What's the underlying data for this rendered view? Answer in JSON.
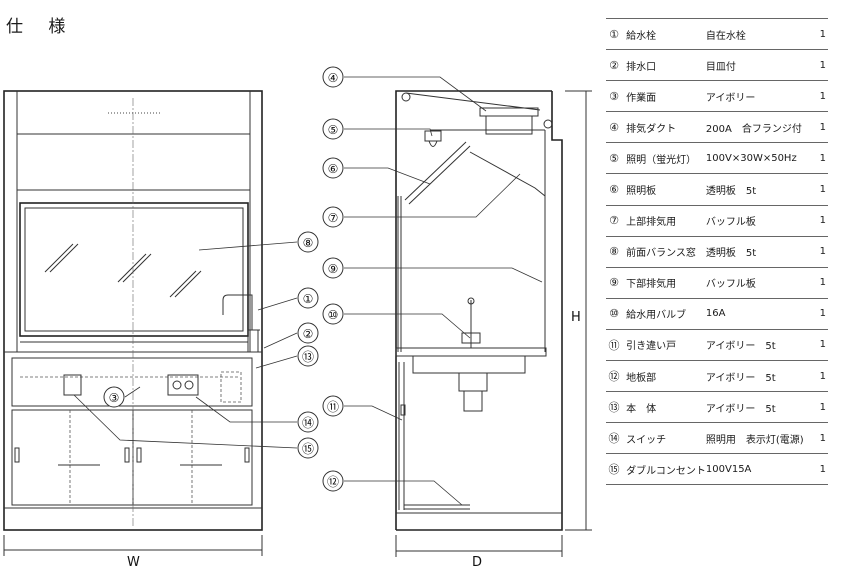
{
  "title": "仕 様",
  "dimensions": {
    "width_label": "W",
    "depth_label": "D",
    "height_label": "H"
  },
  "callouts": [
    "④",
    "⑤",
    "⑥",
    "⑦",
    "⑧",
    "⑨",
    "⑩",
    "①",
    "②",
    "⑬",
    "③",
    "⑭",
    "⑮",
    "⑪",
    "⑫"
  ],
  "spec_rows": [
    {
      "no": "①",
      "name": "給水栓",
      "spec": "自在水栓",
      "qty": "1"
    },
    {
      "no": "②",
      "name": "排水口",
      "spec": "目皿付",
      "qty": "1"
    },
    {
      "no": "③",
      "name": "作業面",
      "spec": "アイボリー",
      "qty": "1"
    },
    {
      "no": "④",
      "name": "排気ダクト",
      "spec": "200A　合フランジ付",
      "qty": "1"
    },
    {
      "no": "⑤",
      "name": "照明（蛍光灯）",
      "spec": "100V×30W×50Hz",
      "qty": "1"
    },
    {
      "no": "⑥",
      "name": "照明板",
      "spec": "透明板　5t",
      "qty": "1"
    },
    {
      "no": "⑦",
      "name": "上部排気用",
      "spec": "バッフル板",
      "qty": "1"
    },
    {
      "no": "⑧",
      "name": "前面バランス窓",
      "spec": "透明板　5t",
      "qty": "1"
    },
    {
      "no": "⑨",
      "name": "下部排気用",
      "spec": "バッフル板",
      "qty": "1"
    },
    {
      "no": "⑩",
      "name": "給水用バルブ",
      "spec": "16A",
      "qty": "1"
    },
    {
      "no": "⑪",
      "name": "引き違い戸",
      "spec": "アイボリー　5t",
      "qty": "1"
    },
    {
      "no": "⑫",
      "name": "地板部",
      "spec": "アイボリー　5t",
      "qty": "1"
    },
    {
      "no": "⑬",
      "name": "本　体",
      "spec": "アイボリー　5t",
      "qty": "1"
    },
    {
      "no": "⑭",
      "name": "スイッチ",
      "spec": "照明用　表示灯(電源)",
      "qty": "1"
    },
    {
      "no": "⑮",
      "name": "ダブルコンセント",
      "spec": "100V15A",
      "qty": "1"
    }
  ]
}
